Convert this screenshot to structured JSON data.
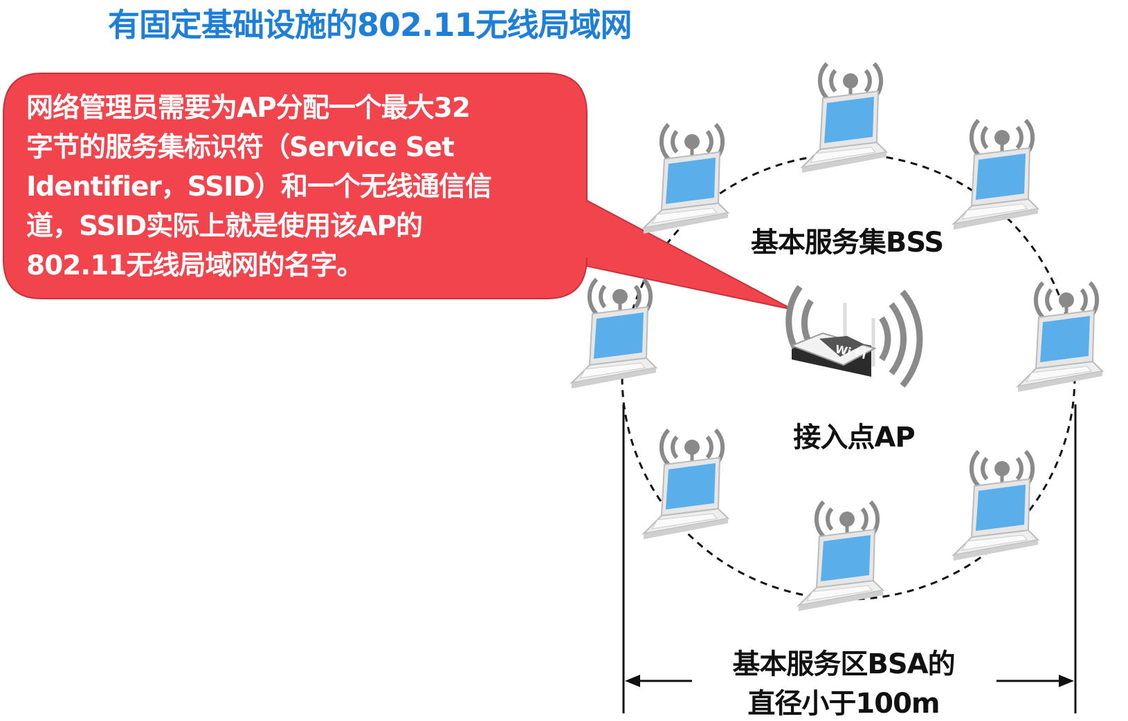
{
  "title": "有固定基础设施的802.11无线局域网",
  "callout": {
    "lines": [
      "网络管理员需要为AP分配一个最大32",
      "字节的服务集标识符（Service Set",
      "Identifier，SSID）和一个无线通信信",
      "道，SSID实际上就是使用该AP的",
      "802.11无线局域网的名字。"
    ],
    "color": "#f2444d"
  },
  "labels": {
    "bss": "基本服务集BSS",
    "ap": "接入点AP",
    "bsa_line1": "基本服务区BSA的",
    "bsa_line2": "直径小于100m"
  },
  "router_badge": "Wi Fi",
  "colors": {
    "title": "#1e7fd8",
    "screen": "#5aaeea",
    "signal": "#8a8a8a"
  }
}
